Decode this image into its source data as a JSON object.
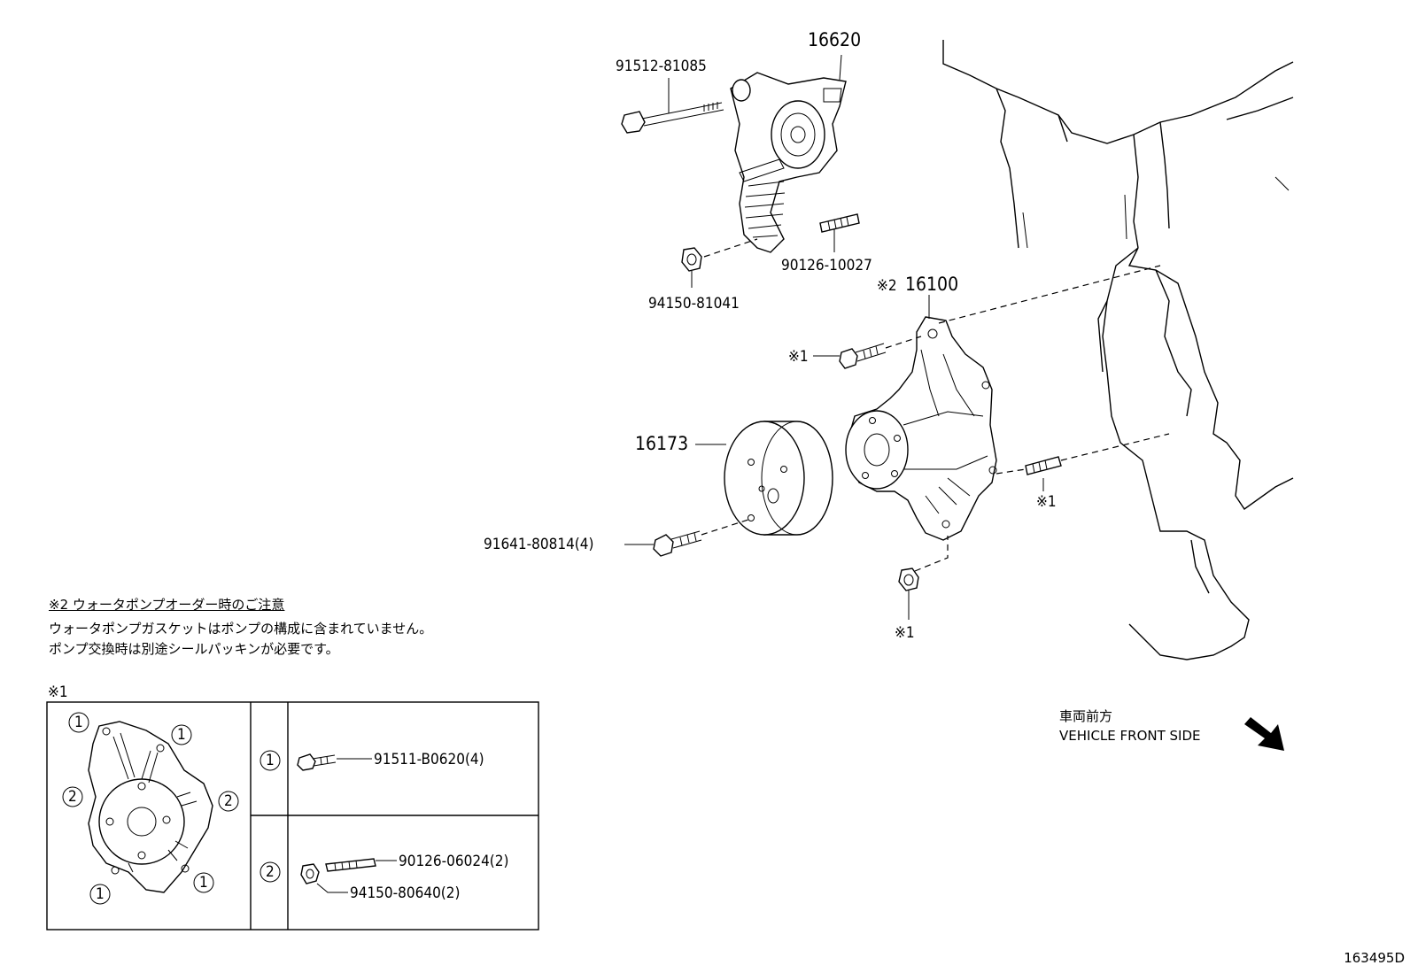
{
  "diagram": {
    "callouts": {
      "p16620": "16620",
      "p91512": "91512-81085",
      "p90126_10027": "90126-10027",
      "p94150_81041": "94150-81041",
      "p16100_mark": "※2",
      "p16100": "16100",
      "mark1_bolt": "※1",
      "p16173": "16173",
      "p91641": "91641-80814(4)",
      "mark1_stud": "※1",
      "mark1_nut": "※1"
    },
    "note": {
      "title": "※2 ウォータポンプオーダー時のご注意",
      "line1": "ウォータポンプガスケットはポンプの構成に含まれていません。",
      "line2": "ポンプ交換時は別途シールパッキンが必要です。"
    },
    "legend": {
      "mark": "※1",
      "row1_key": "1",
      "row1_part": "91511-B0620(4)",
      "row2_key": "2",
      "row2_part_a": "90126-06024(2)",
      "row2_part_b": "94150-80640(2)",
      "pump_keys": [
        "1",
        "1",
        "2",
        "2",
        "1",
        "1"
      ]
    },
    "direction": {
      "jp": "車両前方",
      "en": "VEHICLE FRONT SIDE"
    },
    "drawing_code": "163495D"
  }
}
